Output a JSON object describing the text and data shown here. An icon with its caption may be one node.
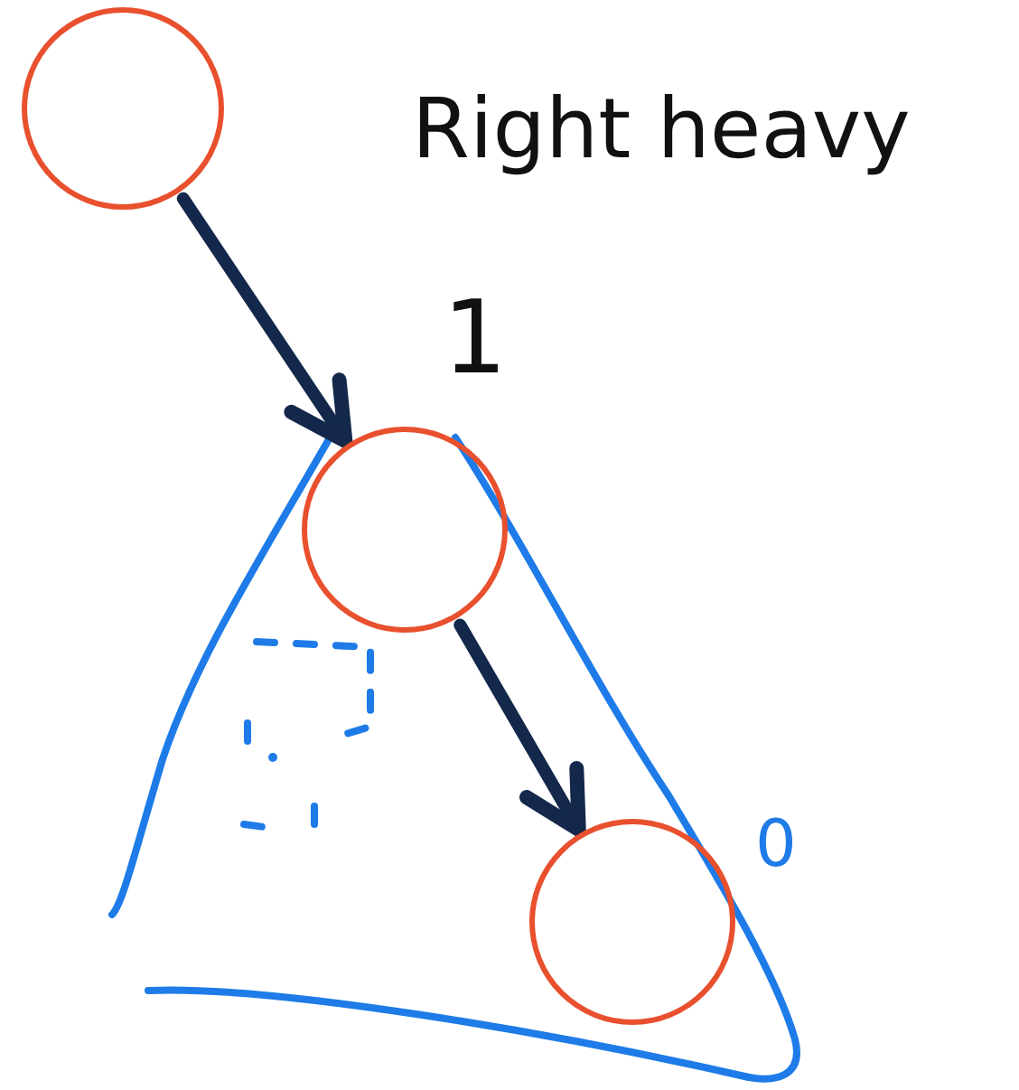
{
  "diagram": {
    "nodes": [
      {
        "text": [],
        "shape": "circle"
      },
      {
        "text": [],
        "shape": "circle",
        "beside": [
          "1"
        ]
      },
      {
        "text": [],
        "shape": "circle",
        "beside": [
          "0"
        ]
      }
    ],
    "edges": [
      {
        "from": 0,
        "to": 1,
        "arrow": "to"
      },
      {
        "from": 1,
        "to": 2,
        "arrow": "to"
      }
    ],
    "labels": [
      "Right heavy"
    ]
  }
}
